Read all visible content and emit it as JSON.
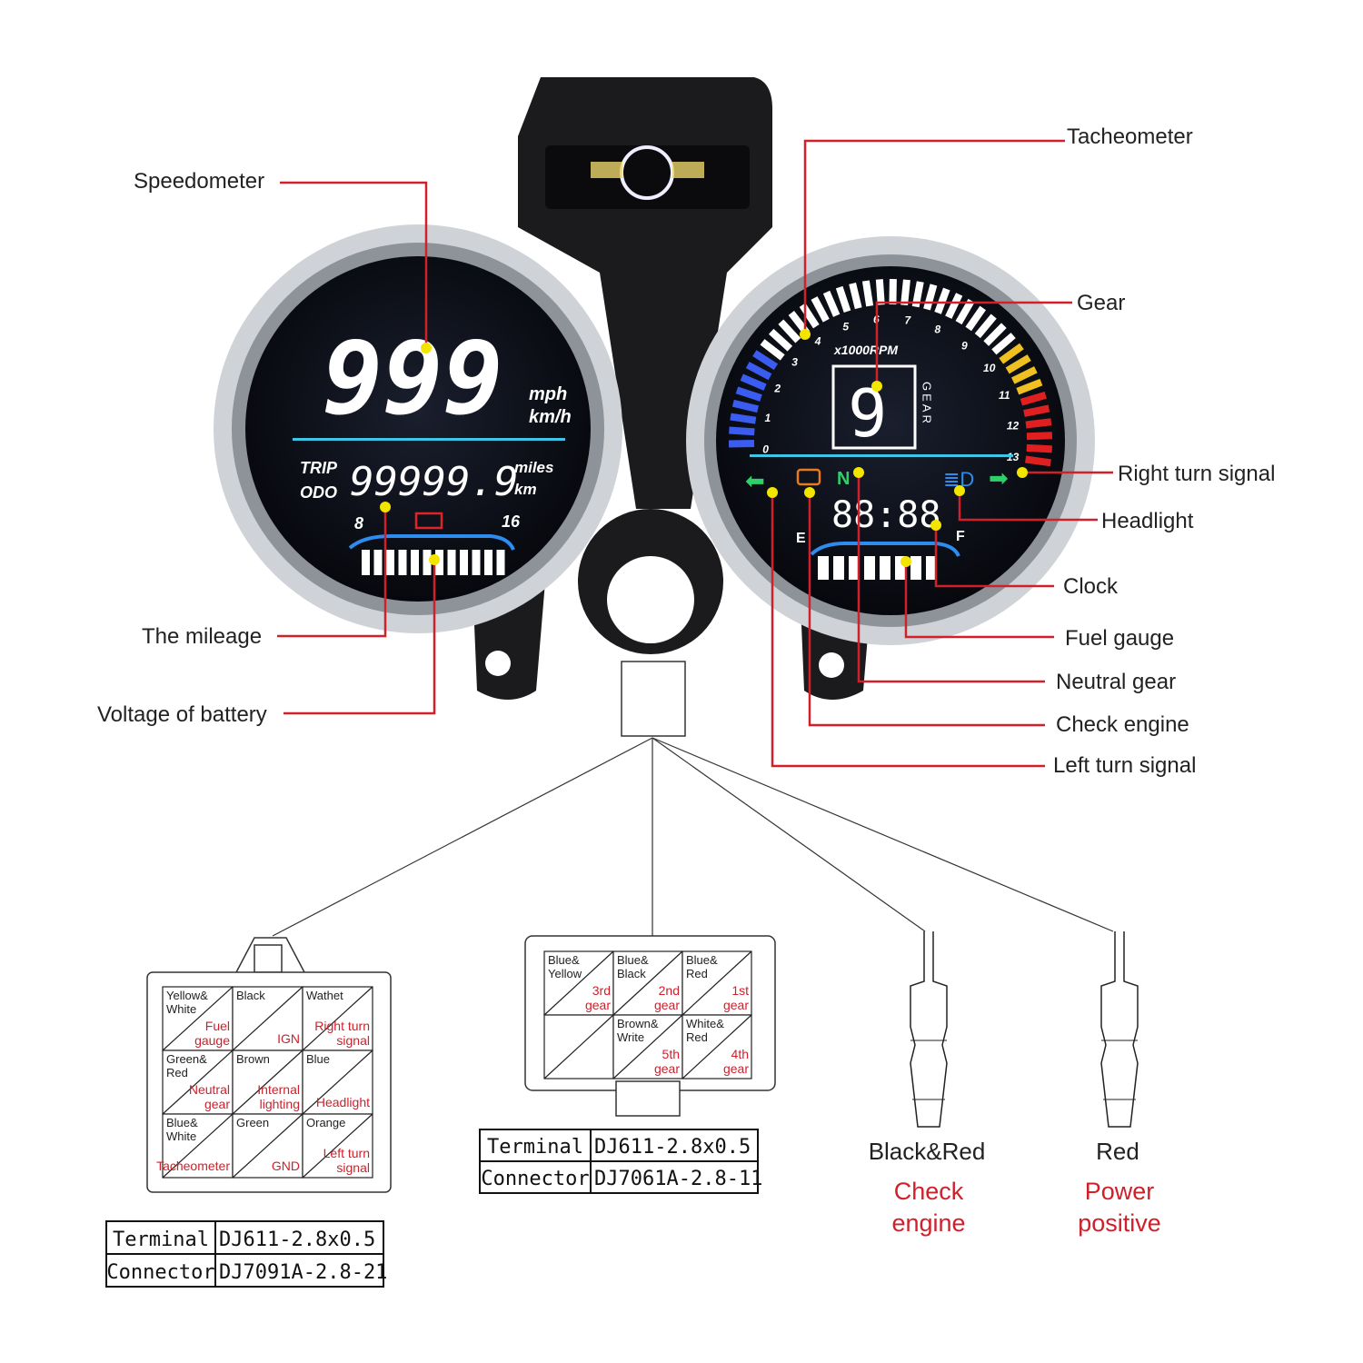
{
  "callouts": {
    "speedometer": "Speedometer",
    "tacheometer": "Tacheometer",
    "gear": "Gear",
    "right_turn": "Right turn signal",
    "headlight": "Headlight",
    "clock": "Clock",
    "fuel_gauge": "Fuel gauge",
    "neutral_gear": "Neutral gear",
    "check_engine": "Check engine",
    "left_turn": "Left turn signal",
    "mileage": "The mileage",
    "voltage": "Voltage of battery"
  },
  "left_gauge": {
    "speed": "999",
    "unit1": "mph",
    "unit2": "km/h",
    "trip": "TRIP",
    "odo": "ODO",
    "odometer": "99999.9",
    "dist1": "miles",
    "dist2": "km",
    "volt_min": "8",
    "volt_max": "16"
  },
  "right_gauge": {
    "rpm_label": "x1000RPM",
    "rpm_ticks": [
      "0",
      "1",
      "2",
      "3",
      "4",
      "5",
      "6",
      "7",
      "8",
      "9",
      "10",
      "11",
      "12",
      "13"
    ],
    "gear_value": "9",
    "gear_word": "GEAR",
    "neutral": "N",
    "clock": "88:88",
    "fuel_e": "E",
    "fuel_f": "F"
  },
  "colors": {
    "callout_line": "#d0202a",
    "dot": "#f2e600",
    "red_text": "#d0202a"
  },
  "connector_21": {
    "cells": [
      {
        "wire": "Yellow& White",
        "func": "Fuel gauge"
      },
      {
        "wire": "Black",
        "func": "IGN"
      },
      {
        "wire": "Wathet",
        "func": "Right turn signal"
      },
      {
        "wire": "Green& Red",
        "func": "Neutral gear"
      },
      {
        "wire": "Brown",
        "func": "Internal lighting"
      },
      {
        "wire": "Blue",
        "func": "Headlight"
      },
      {
        "wire": "Blue& White",
        "func": "Tacheometer"
      },
      {
        "wire": "Green",
        "func": "GND"
      },
      {
        "wire": "Orange",
        "func": "Left turn signal"
      }
    ],
    "terminal_label": "Terminal",
    "terminal_value": "DJ611-2.8x0.5",
    "connector_label": "Connector",
    "connector_value": "DJ7091A-2.8-21"
  },
  "connector_11": {
    "cells": [
      {
        "wire": "Blue& Yellow",
        "func": "3rd gear"
      },
      {
        "wire": "Blue& Black",
        "func": "2nd gear"
      },
      {
        "wire": "Blue& Red",
        "func": "1st gear"
      },
      {
        "wire": "",
        "func": ""
      },
      {
        "wire": "Brown& Write",
        "func": "5th gear"
      },
      {
        "wire": "White& Red",
        "func": "4th gear"
      }
    ],
    "terminal_label": "Terminal",
    "terminal_value": "DJ611-2.8x0.5",
    "connector_label": "Connector",
    "connector_value": "DJ7061A-2.8-11"
  },
  "single_wires": [
    {
      "color": "Black&Red",
      "func_line1": "Check",
      "func_line2": "engine"
    },
    {
      "color": "Red",
      "func_line1": "Power",
      "func_line2": "positive"
    }
  ]
}
